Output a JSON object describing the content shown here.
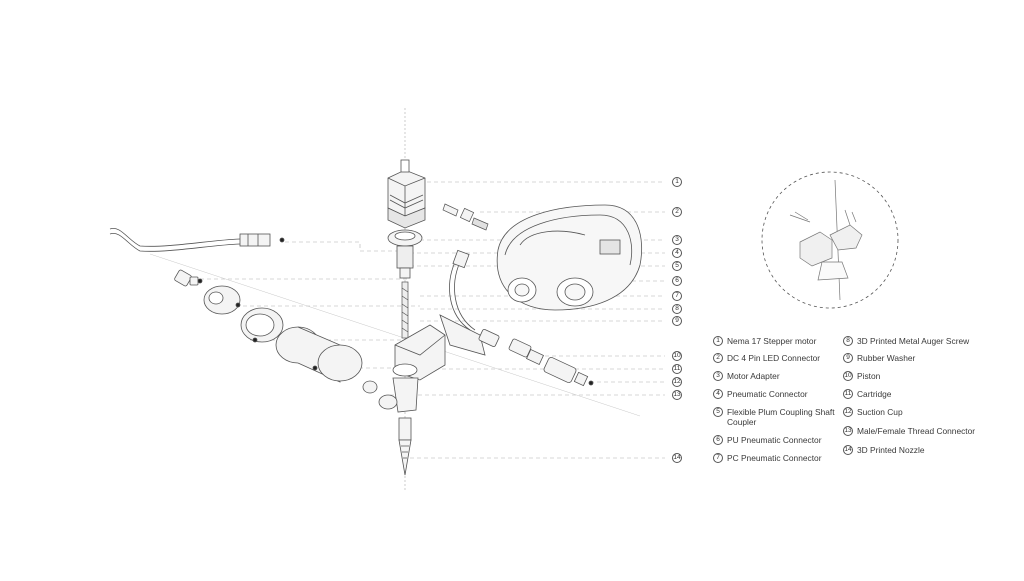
{
  "legend": {
    "items": [
      {
        "num": "1",
        "label": "Nema 17 Stepper motor"
      },
      {
        "num": "2",
        "label": "DC 4 Pin LED Connector"
      },
      {
        "num": "3",
        "label": "Motor Adapter"
      },
      {
        "num": "4",
        "label": "Pneumatic Connector"
      },
      {
        "num": "5",
        "label": "Flexible Plum Coupling Shaft Coupler"
      },
      {
        "num": "6",
        "label": "PU Pneumatic Connector"
      },
      {
        "num": "7",
        "label": "PC Pneumatic Connector"
      },
      {
        "num": "8",
        "label": "3D Printed Metal Auger Screw"
      },
      {
        "num": "9",
        "label": "Rubber Washer"
      },
      {
        "num": "10",
        "label": "Piston"
      },
      {
        "num": "11",
        "label": "Cartridge"
      },
      {
        "num": "12",
        "label": "Suction Cup"
      },
      {
        "num": "13",
        "label": "Male/Female Thread Connector"
      },
      {
        "num": "14",
        "label": "3D Printed Nozzle"
      }
    ]
  },
  "callouts": [
    "1",
    "2",
    "3",
    "4",
    "5",
    "6",
    "7",
    "8",
    "9",
    "10",
    "11",
    "12",
    "13",
    "14"
  ],
  "colors": {
    "line": "#9a9a9a",
    "stroke": "#555555",
    "fill": "#f4f4f4",
    "dash": "#b5b5b5"
  }
}
